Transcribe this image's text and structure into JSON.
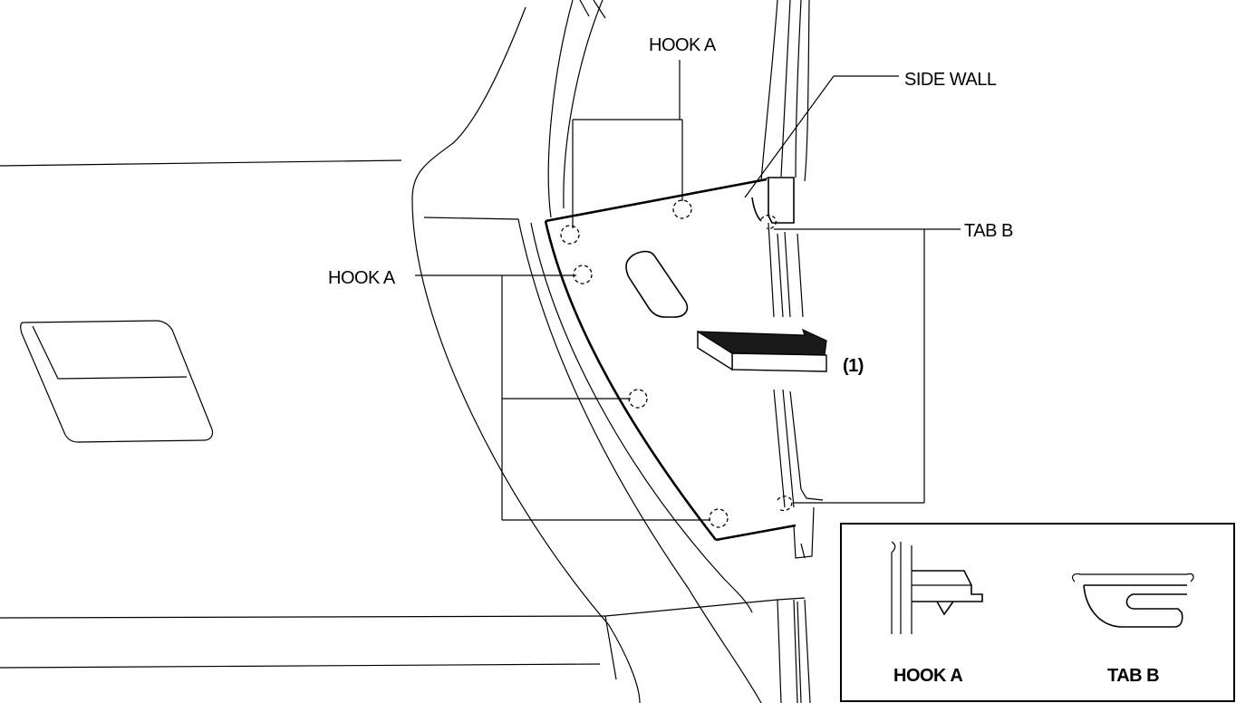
{
  "labels": {
    "hook_a_top": "HOOK A",
    "hook_a_left": "HOOK A",
    "side_wall": "SIDE WALL",
    "tab_b": "TAB B",
    "arrow_step": "(1)"
  },
  "inset": {
    "hook_a_caption": "HOOK A",
    "tab_b_caption": "TAB B"
  }
}
